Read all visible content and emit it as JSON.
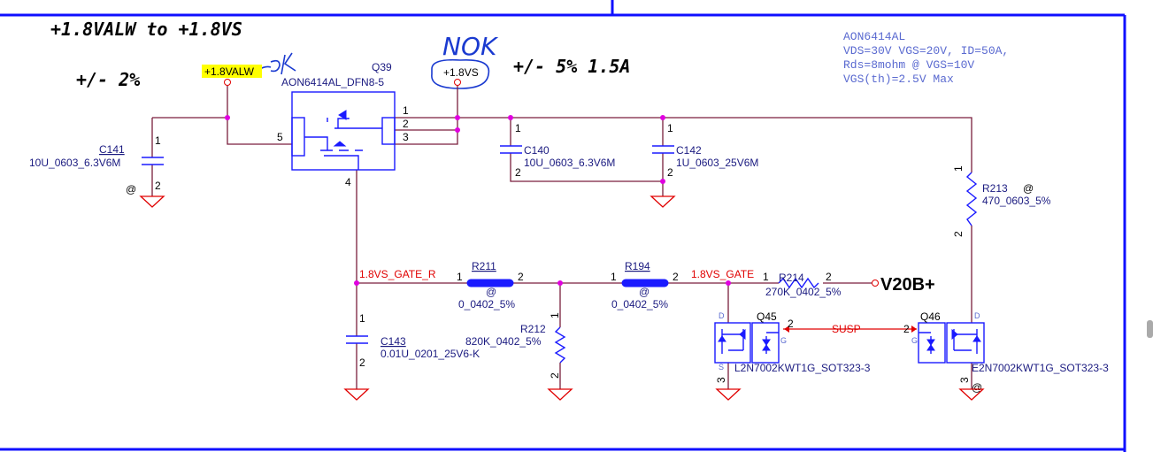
{
  "title": "+1.8VALW to +1.8VS",
  "tolerance_in": "+/- 2%",
  "tolerance_out": "+/- 5% 1.5A",
  "handwritten": {
    "ok": "OK",
    "nok": "NOK"
  },
  "spec_note": [
    "AON6414AL",
    "VDS=30V  VGS=20V,   ID=50A,",
    "Rds=8mohm  @  VGS=10V",
    "VGS(th)=2.5V  Max"
  ],
  "nets": {
    "in": "+1.8VALW",
    "out": "+1.8VS",
    "gate_r": "1.8VS_GATE_R",
    "gate": "1.8VS_GATE",
    "v20b": "V20B+",
    "susp": "SUSP"
  },
  "components": {
    "q39": {
      "ref": "Q39",
      "part": "AON6414AL_DFN8-5"
    },
    "c141": {
      "ref": "C141",
      "value": "10U_0603_6.3V6M"
    },
    "c140": {
      "ref": "C140",
      "value": "10U_0603_6.3V6M"
    },
    "c142": {
      "ref": "C142",
      "value": "1U_0603_25V6M"
    },
    "r213": {
      "ref": "R213",
      "value": "470_0603_5%"
    },
    "r211": {
      "ref": "R211",
      "value": "0_0402_5%"
    },
    "r194": {
      "ref": "R194",
      "value": "0_0402_5%"
    },
    "r214": {
      "ref": "R214",
      "value": "270K_0402_5%"
    },
    "r212": {
      "ref": "R212",
      "value": "820K_0402_5%"
    },
    "c143": {
      "ref": "C143",
      "value": "0.01U_0201_25V6-K"
    },
    "q45": {
      "ref": "Q45",
      "part": "L2N7002KWT1G_SOT323-3"
    },
    "q46": {
      "ref": "Q46",
      "part": "E2N7002KWT1G_SOT323-3"
    }
  },
  "pins": {
    "p1": "1",
    "p2": "2",
    "p3": "3",
    "p4": "4",
    "p5": "5",
    "at": "@",
    "d": "D",
    "g": "G",
    "s": "S"
  }
}
